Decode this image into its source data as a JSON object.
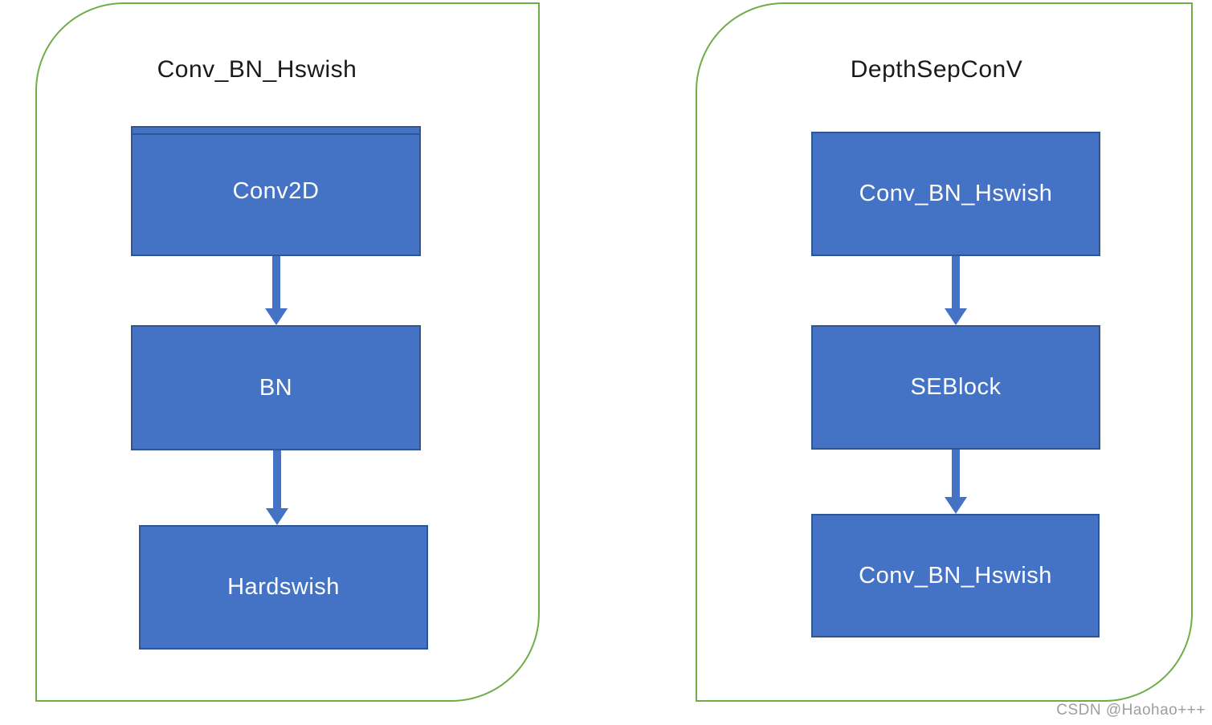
{
  "watermark": "CSDN @Haohao+++",
  "colors": {
    "panel_border": "#70AD47",
    "node_fill": "#4472C4",
    "node_border": "#2F5597",
    "arrow": "#4472C4",
    "title_text": "#1a1a1a",
    "node_text": "#FFFFFF",
    "watermark_text": "#9E9E9E"
  },
  "panels": [
    {
      "title": "Conv_BN_Hswish",
      "nodes": [
        "Conv2D",
        "BN",
        "Hardswish"
      ]
    },
    {
      "title": "DepthSepConV",
      "nodes": [
        "Conv_BN_Hswish",
        "SEBlock",
        "Conv_BN_Hswish"
      ]
    }
  ]
}
